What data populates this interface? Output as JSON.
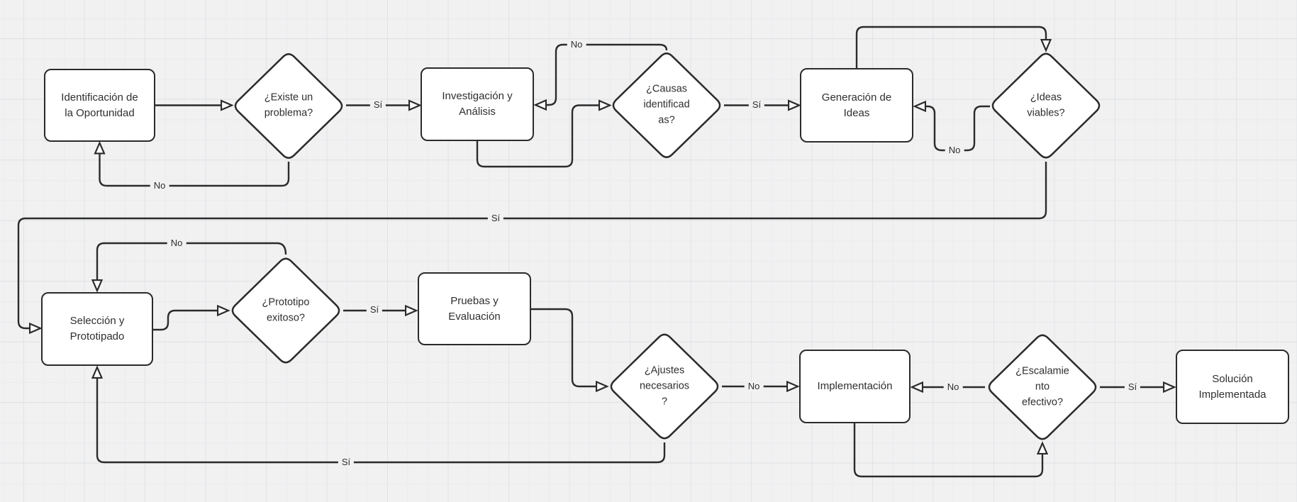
{
  "app": {
    "type": "flowchart-canvas",
    "language": "es"
  },
  "colors": {
    "canvas_bg": "#f1f1f2",
    "grid_minor": "#eaebed",
    "grid_major": "#e1e3e5",
    "stroke": "#2b2b2b",
    "node_fill": "#ffffff",
    "text": "#2f2f2f"
  },
  "nodes": {
    "identificacion": {
      "type": "process",
      "label": "Identificación de\nla Oportunidad"
    },
    "existe_problema": {
      "type": "decision",
      "label": "¿Existe un\nproblema?"
    },
    "investigacion": {
      "type": "process",
      "label": "Investigación y\nAnálisis"
    },
    "causas": {
      "type": "decision",
      "label": "¿Causas\nidentificad\nas?"
    },
    "generacion": {
      "type": "process",
      "label": "Generación de\nIdeas"
    },
    "ideas_viables": {
      "type": "decision",
      "label": "¿Ideas\nviables?"
    },
    "seleccion": {
      "type": "process",
      "label": "Selección y\nPrototipado"
    },
    "prototipo": {
      "type": "decision",
      "label": "¿Prototipo\nexitoso?"
    },
    "pruebas": {
      "type": "process",
      "label": "Pruebas y\nEvaluación"
    },
    "ajustes": {
      "type": "decision",
      "label": "¿Ajustes\nnecesarios\n?"
    },
    "implementacion": {
      "type": "process",
      "label": "Implementación"
    },
    "escalamiento": {
      "type": "decision",
      "label": "¿Escalamie\nnto\nefectivo?"
    },
    "solucion": {
      "type": "process",
      "label": "Solución\nImplementada"
    }
  },
  "edge_labels": {
    "existe_si": "Sí",
    "existe_no": "No",
    "causas_si": "Sí",
    "causas_no": "No",
    "ideas_si": "Sí",
    "ideas_no": "No",
    "prototipo_si": "Sí",
    "prototipo_no": "No",
    "ajustes_no": "No",
    "ajustes_si": "Sí",
    "escalamiento_no": "No",
    "escalamiento_si": "Sí"
  }
}
